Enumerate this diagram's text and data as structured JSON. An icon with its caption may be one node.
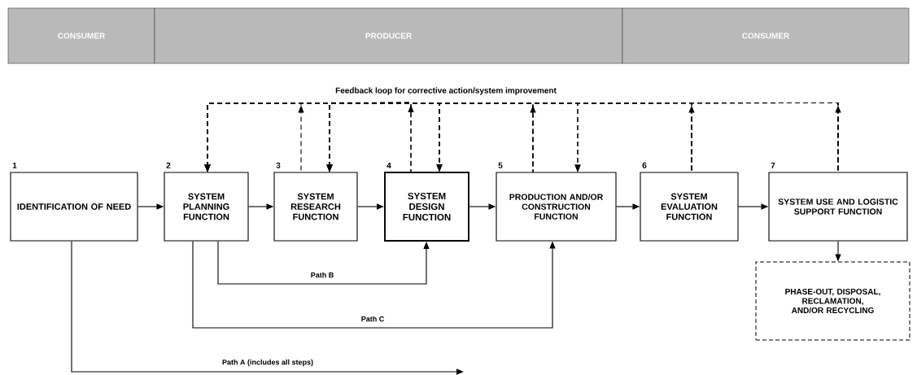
{
  "diagram": {
    "nodes": [
      {
        "text": [
          "CONSUMER"
        ]
      },
      {
        "text": [
          "PRODUCER"
        ]
      },
      {
        "text": [
          "CONSUMER"
        ]
      },
      {
        "text": [
          "IDENTIFICATION OF NEED"
        ],
        "beside": [
          "1"
        ]
      },
      {
        "text": [
          "SYSTEM PLANNING FUNCTION"
        ],
        "beside": [
          "2"
        ]
      },
      {
        "text": [
          "SYSTEM RESEARCH FUNCTION"
        ],
        "beside": [
          "3"
        ]
      },
      {
        "text": [
          "SYSTEM DESIGN FUNCTION"
        ],
        "beside": [
          "4"
        ]
      },
      {
        "text": [
          "PRODUCTION AND/OR CONSTRUCTION FUNCTION"
        ],
        "beside": [
          "5"
        ]
      },
      {
        "text": [
          "SYSTEM EVALUATION FUNCTION"
        ],
        "beside": [
          "6"
        ]
      },
      {
        "text": [
          "SYSTEM USE AND LOGISTIC SUPPORT FUNCTION"
        ],
        "beside": [
          "7"
        ]
      },
      {
        "text": [
          "PHASE-OUT, DISPOSAL, RECLAMATION, AND/OR RECYCLING"
        ]
      }
    ],
    "edges": [
      {
        "from": 3,
        "to": 4,
        "arrow": "to"
      },
      {
        "from": 4,
        "to": 5,
        "arrow": "to"
      },
      {
        "from": 5,
        "to": 6,
        "arrow": "to"
      },
      {
        "from": 6,
        "to": 7,
        "arrow": "to"
      },
      {
        "from": 7,
        "to": 8,
        "arrow": "to"
      },
      {
        "from": 8,
        "to": 9,
        "arrow": "to"
      },
      {
        "from": 9,
        "to": 10,
        "arrow": "to"
      },
      {
        "from": 4,
        "to": 6,
        "arrow": "to",
        "label": "Path B"
      },
      {
        "from": 4,
        "to": 7,
        "arrow": "to",
        "label": "Path C"
      },
      {
        "from": 3,
        "to": null,
        "arrow": "to",
        "label": "Path A (includes all steps)"
      },
      {
        "from": 5,
        "to": 4,
        "arrow": "to",
        "style": "dashed"
      },
      {
        "from": 6,
        "to": 4,
        "arrow": "to",
        "style": "dashed"
      },
      {
        "from": 6,
        "to": 5,
        "arrow": "to",
        "style": "dashed"
      },
      {
        "from": 7,
        "to": 4,
        "arrow": "to",
        "style": "dashed"
      },
      {
        "from": 7,
        "to": 5,
        "arrow": "to",
        "style": "dashed"
      },
      {
        "from": 7,
        "to": 6,
        "arrow": "to",
        "style": "dashed"
      },
      {
        "from": 8,
        "to": 4,
        "arrow": "to",
        "style": "dashed"
      },
      {
        "from": 8,
        "to": 5,
        "arrow": "to",
        "style": "dashed"
      },
      {
        "from": 8,
        "to": 6,
        "arrow": "to",
        "style": "dashed"
      },
      {
        "from": 8,
        "to": 7,
        "arrow": "to",
        "style": "dashed"
      },
      {
        "from": 9,
        "to": 4,
        "arrow": "to",
        "style": "dashed"
      },
      {
        "from": 9,
        "to": 5,
        "arrow": "to",
        "style": "dashed"
      },
      {
        "from": 9,
        "to": 6,
        "arrow": "to",
        "style": "dashed"
      },
      {
        "from": 9,
        "to": 7,
        "arrow": "to",
        "style": "dashed"
      }
    ],
    "labels": [
      "Feedback loop for corrective action/system improvement"
    ]
  }
}
